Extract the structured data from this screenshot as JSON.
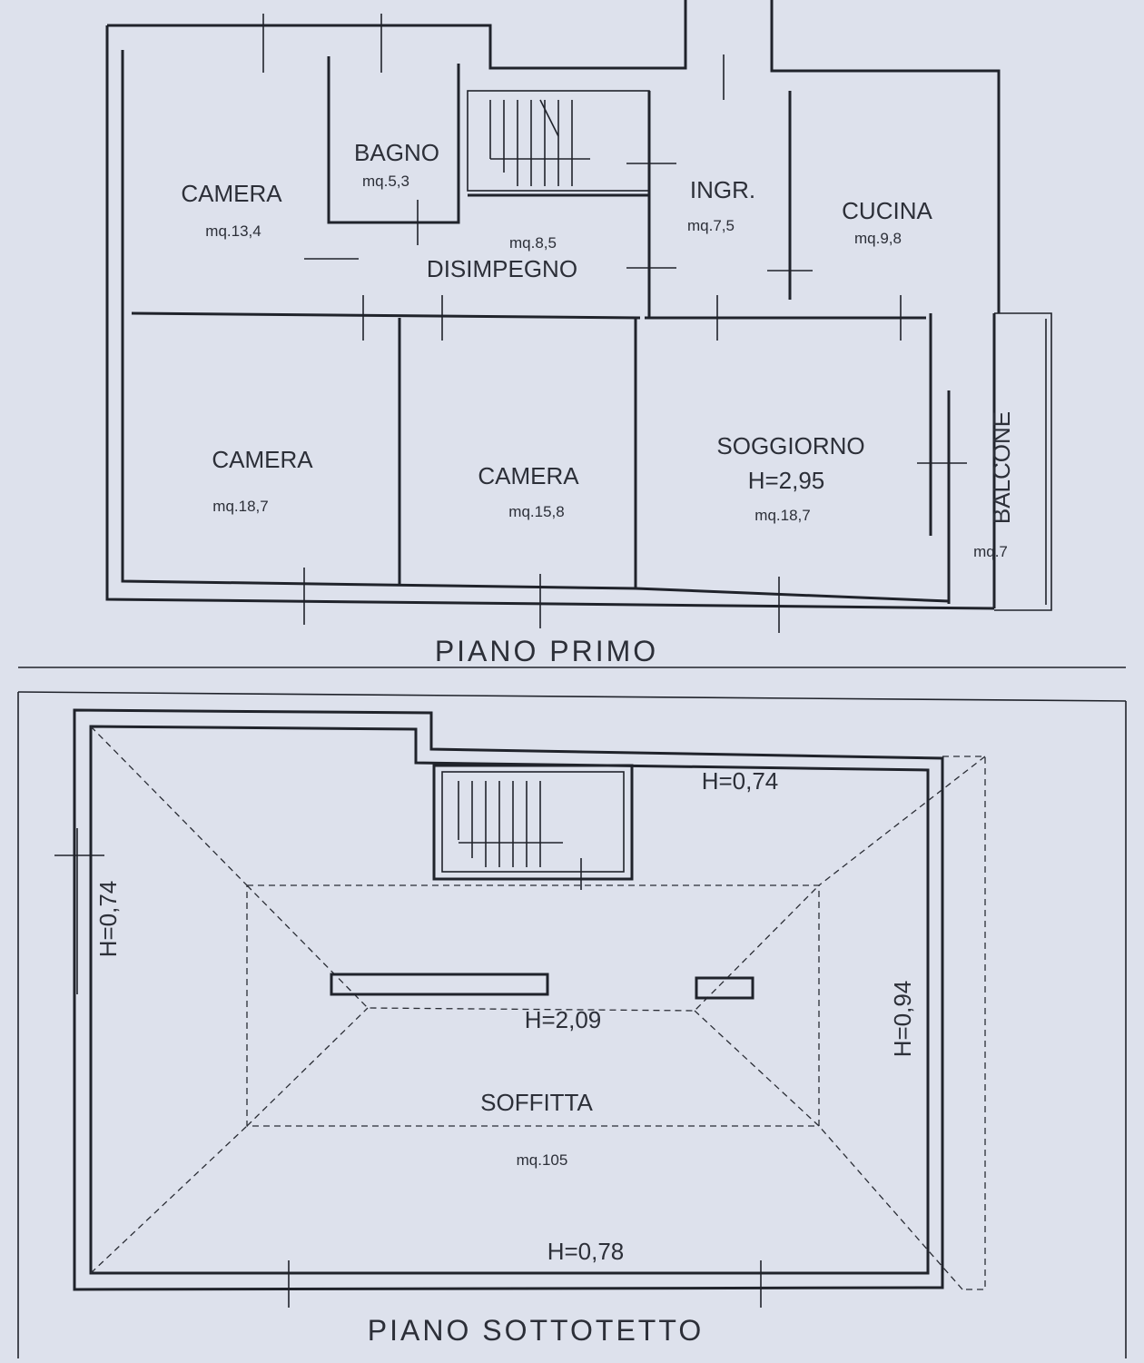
{
  "piano_primo": {
    "title": "PIANO PRIMO",
    "rooms": [
      {
        "name": "CAMERA",
        "area": "mq.13,4"
      },
      {
        "name": "BAGNO",
        "area": "mq.5,3"
      },
      {
        "name": "DISIMPEGNO",
        "area": "mq.8,5"
      },
      {
        "name": "INGR.",
        "area": "mq.7,5"
      },
      {
        "name": "CUCINA",
        "area": "mq.9,8"
      },
      {
        "name": "CAMERA",
        "area": "mq.18,7"
      },
      {
        "name": "CAMERA",
        "area": "mq.15,8"
      },
      {
        "name": "SOGGIORNO",
        "height": "H=2,95",
        "area": "mq.18,7"
      },
      {
        "name": "BALCONE",
        "area": "mq.7"
      }
    ]
  },
  "piano_sottotetto": {
    "title": "PIANO SOTTOTETTO",
    "room": {
      "name": "SOFFITTA",
      "area": "mq.105"
    },
    "heights": {
      "top": "H=0,74",
      "left": "H=0,74",
      "right": "H=0,94",
      "center": "H=2,09",
      "bottom": "H=0,78"
    }
  },
  "colors": {
    "paper": "#dde1ec",
    "ink": "#20232b"
  }
}
